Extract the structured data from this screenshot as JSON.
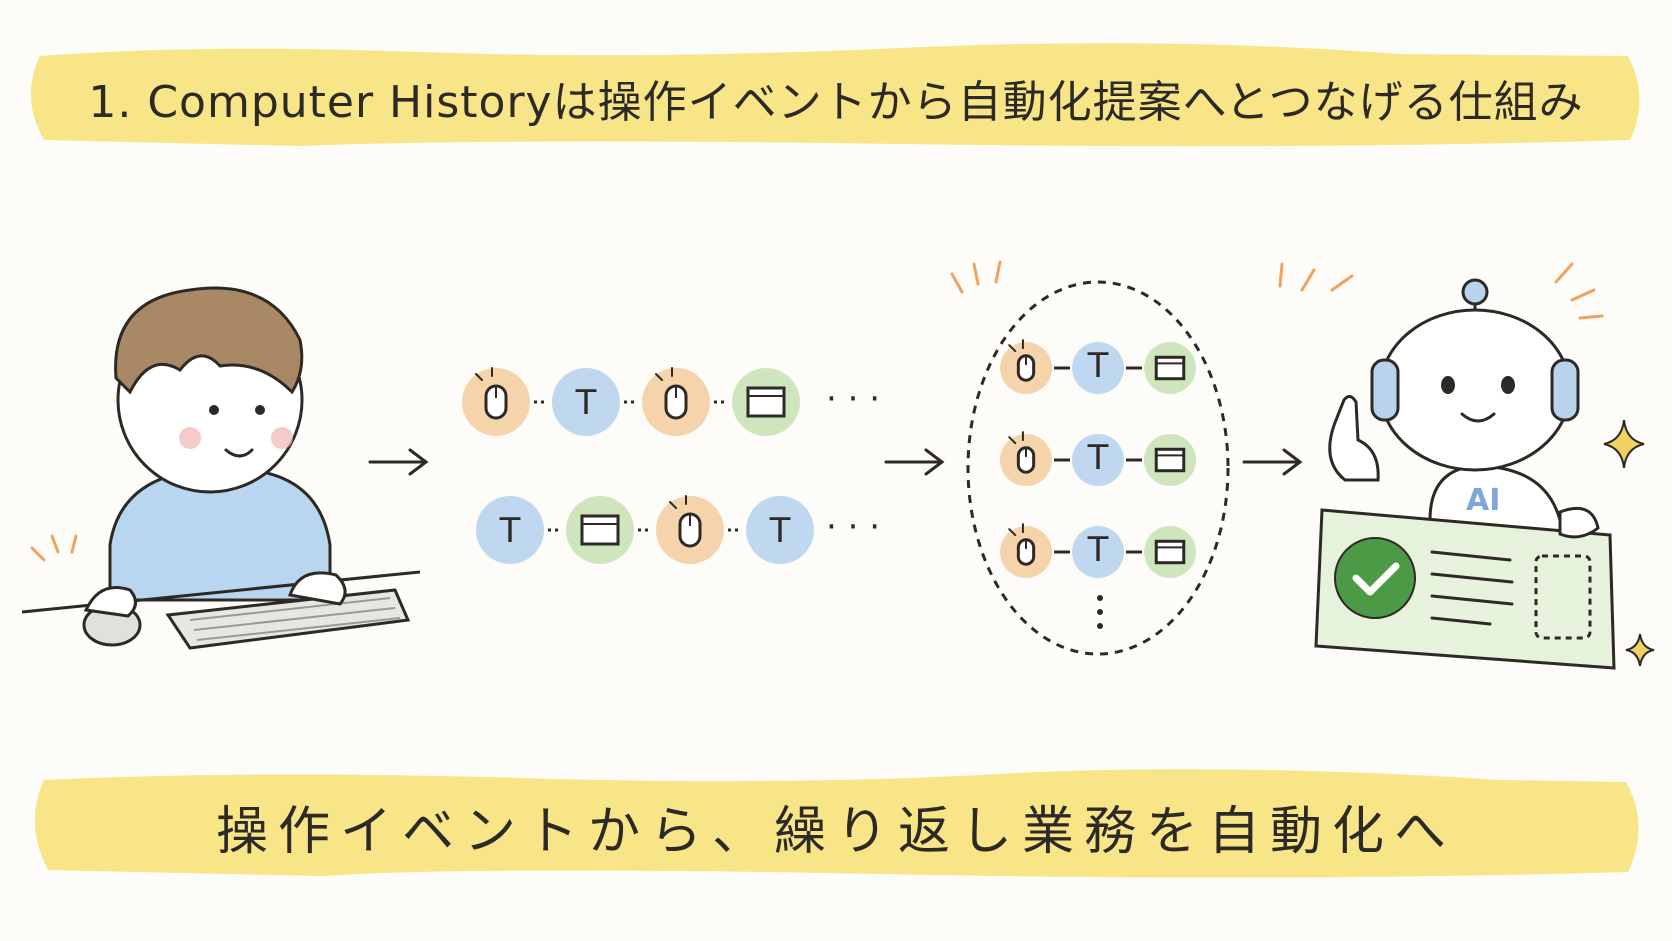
{
  "header": {
    "title": "1. Computer Historyは操作イベントから自動化提案へとつなげる仕組み"
  },
  "footer": {
    "caption": "操作イベントから、繰り返し業務を自動化へ"
  },
  "sequence_1": [
    "click",
    "type",
    "click",
    "window"
  ],
  "sequence_2": [
    "type",
    "window",
    "click",
    "type"
  ],
  "pattern_rows": [
    [
      "click",
      "type",
      "window"
    ],
    [
      "click",
      "type",
      "window"
    ],
    [
      "click",
      "type",
      "window"
    ]
  ],
  "robot": {
    "label": "AI"
  },
  "icons": {
    "click": "mouse-click-icon",
    "type": "keyboard-type-icon",
    "window": "browser-window-icon"
  },
  "colors": {
    "banner": "#f7e27a",
    "click": "#f4cfa3",
    "type": "#b9d3ee",
    "window": "#c9e2b6",
    "check": "#4c9a46",
    "accent": "#f2a25c",
    "sparkle": "#f0d264"
  }
}
